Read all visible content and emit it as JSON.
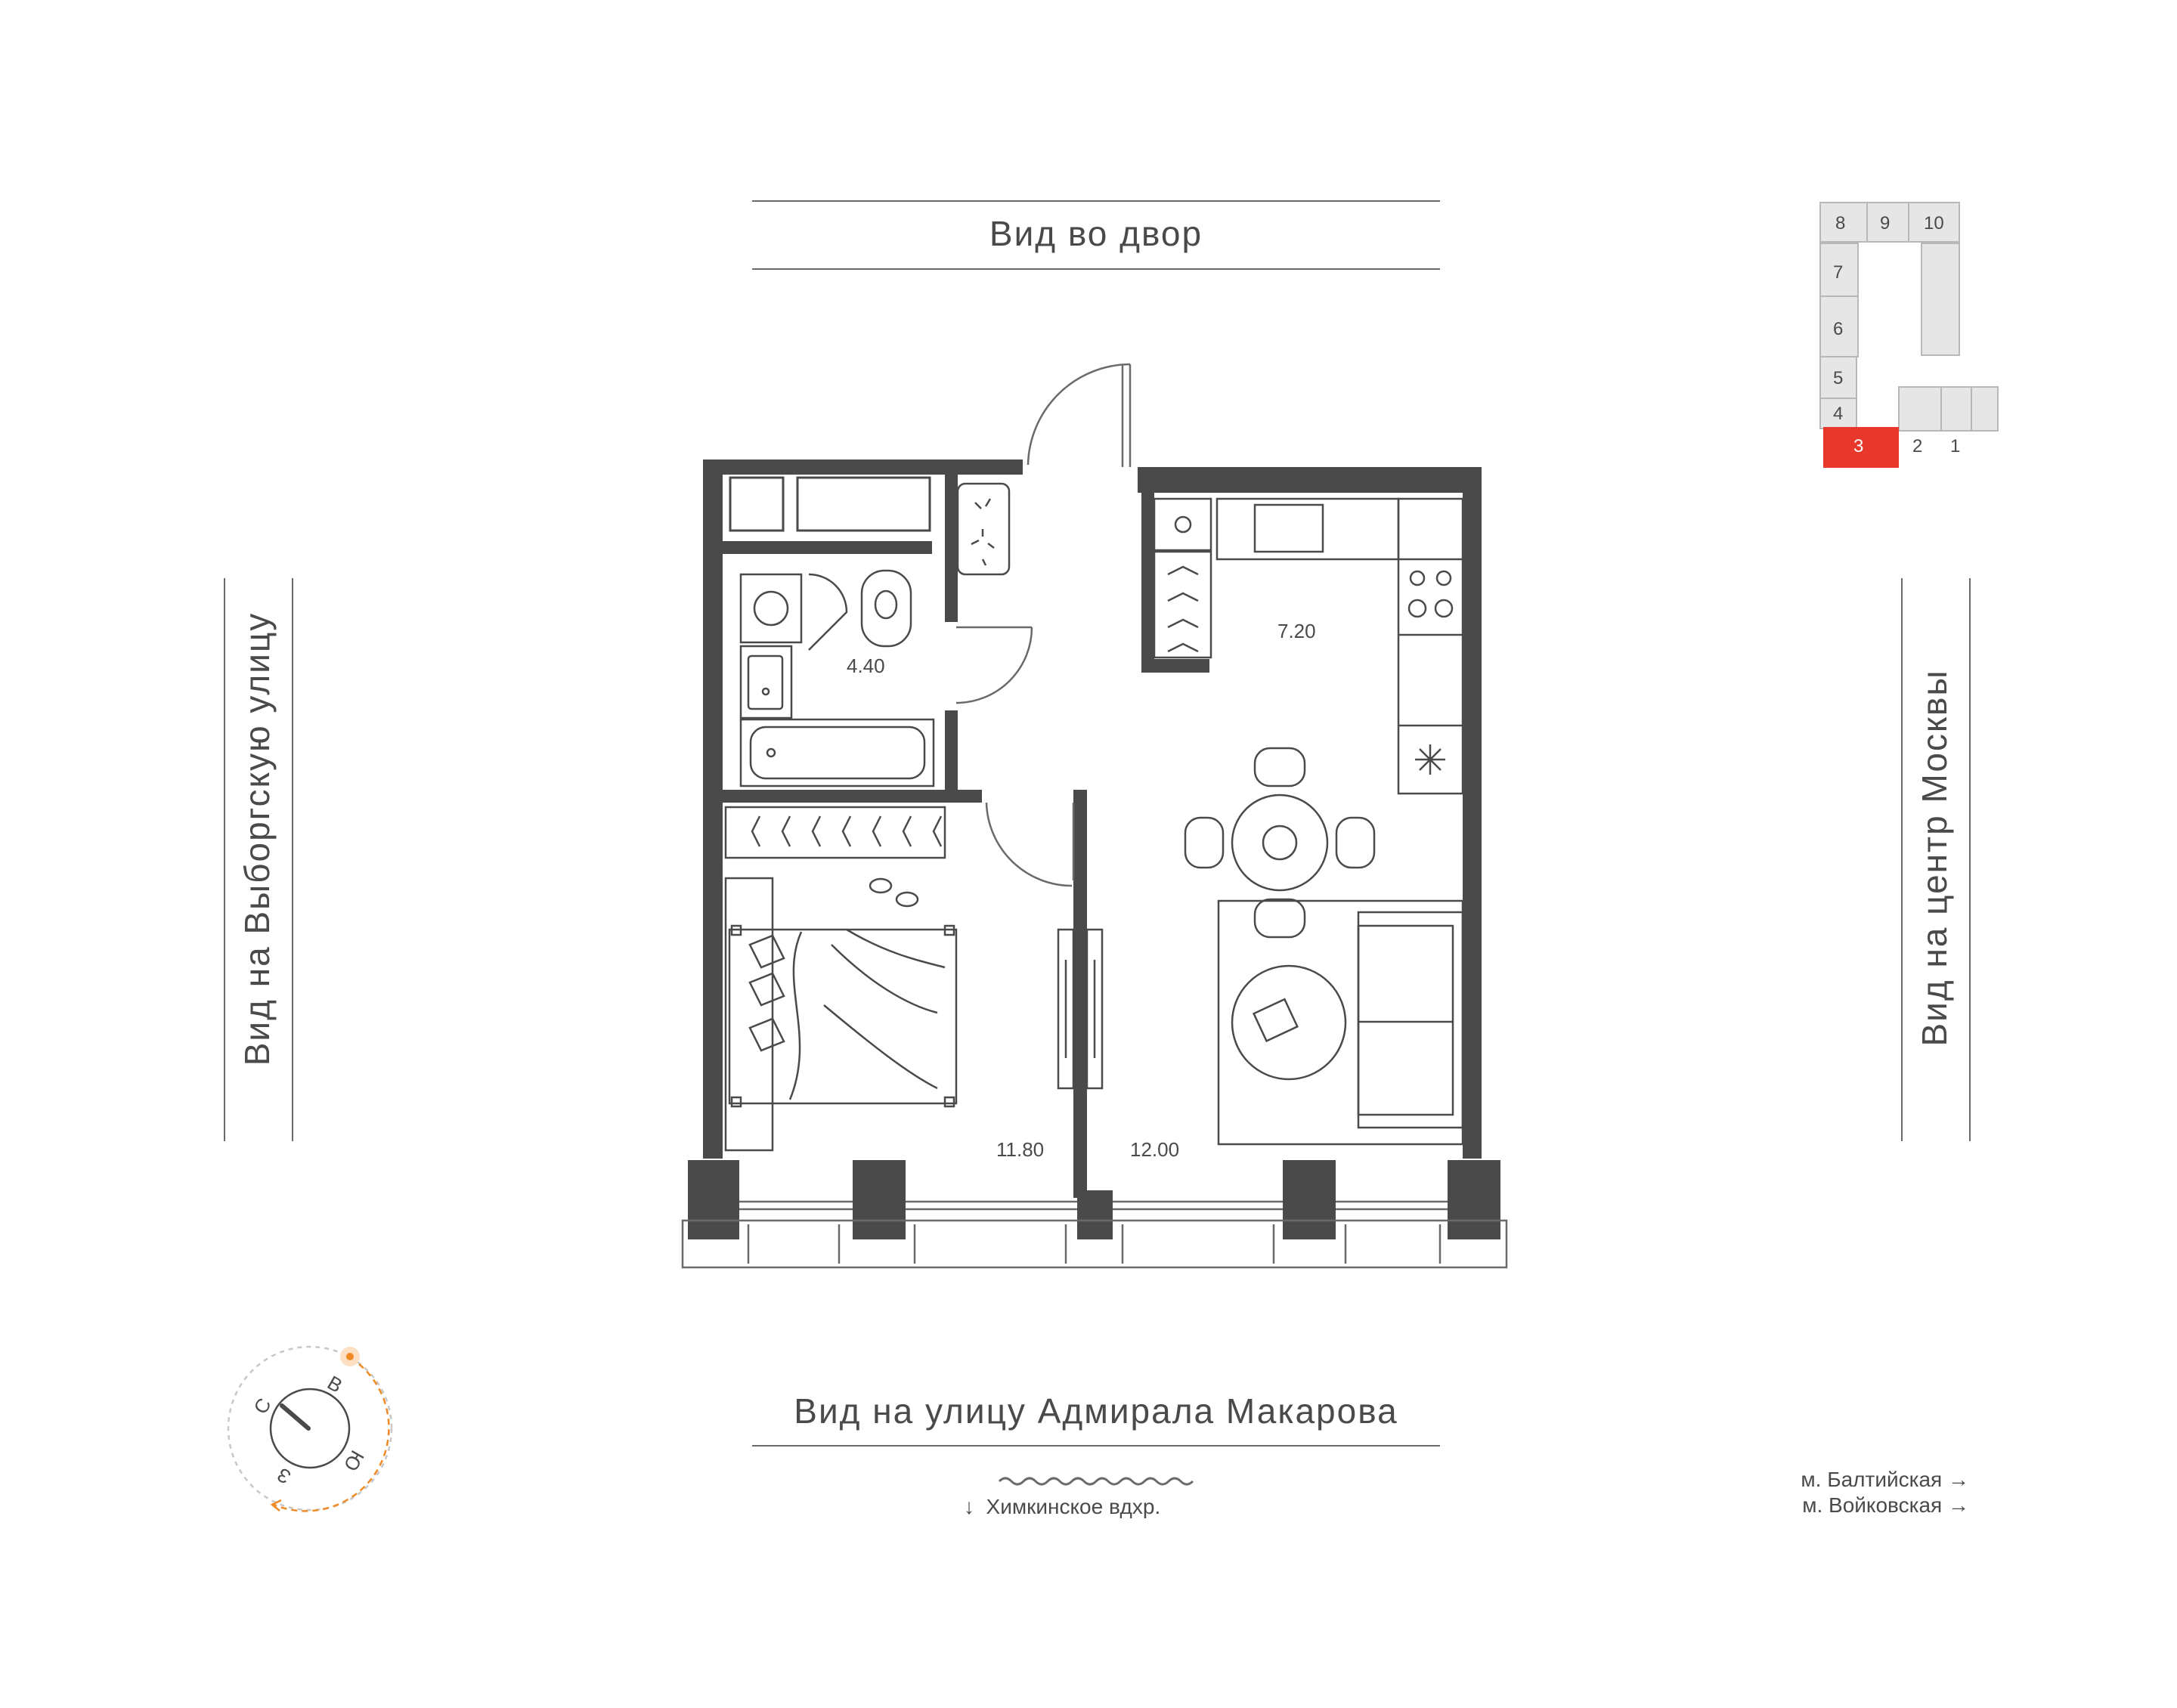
{
  "views": {
    "top": "Вид во двор",
    "bottom": "Вид на улицу Адмирала Макарова",
    "left": "Вид на Выборгскую улицу",
    "right": "Вид на центр Москвы"
  },
  "water": {
    "label": "↓  Химкинское вдхр."
  },
  "metro": [
    {
      "label": "м. Балтийская →"
    },
    {
      "label": "м. Войковская →"
    }
  ],
  "rooms": {
    "bathroom_area": "4.40",
    "kitchen_area": "7.20",
    "bedroom_area": "11.80",
    "living_area": "12.00"
  },
  "building": {
    "sections": [
      "1",
      "2",
      "3",
      "4",
      "5",
      "6",
      "7",
      "8",
      "9",
      "10"
    ],
    "highlighted_section": "3",
    "highlight_color": "#e8372b"
  },
  "compass": {
    "labels": {
      "north": "С",
      "east": "В",
      "south": "Ю",
      "west": "З"
    },
    "accent_color": "#f08a24"
  },
  "colors": {
    "walls": "#4a4a4a",
    "lines": "#6a6a6a"
  }
}
